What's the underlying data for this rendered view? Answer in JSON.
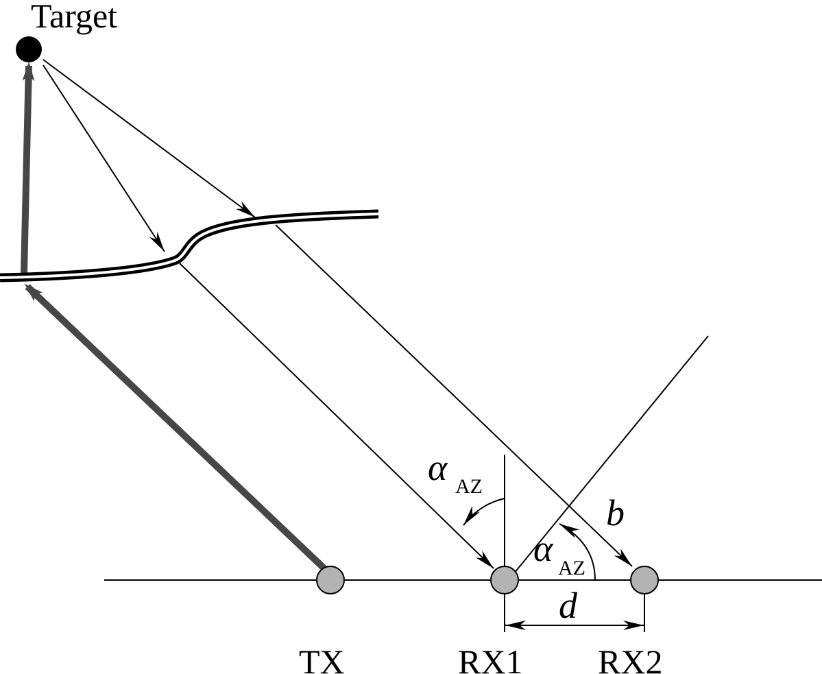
{
  "labels": {
    "target": "Target",
    "tx": "TX",
    "rx1": "RX1",
    "rx2": "RX2",
    "alpha_symbol": "α",
    "alpha_subscript": "AZ",
    "b": "b",
    "d": "d"
  },
  "colors": {
    "line": "#000000",
    "path_bold": "#474747",
    "node_fill": "#b3b3b3",
    "target_fill": "#000000",
    "background": "#ffffff"
  }
}
